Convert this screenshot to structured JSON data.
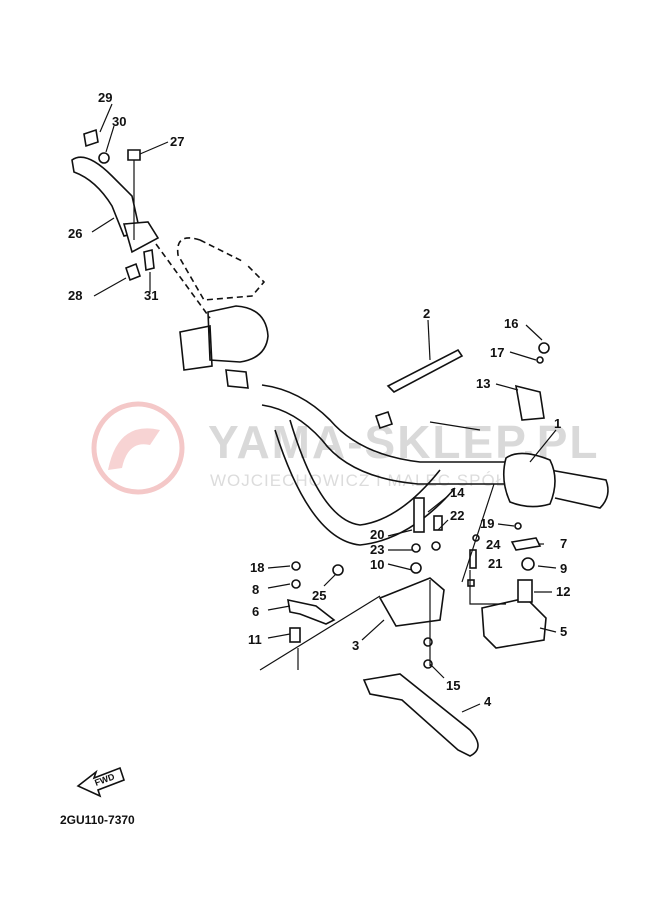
{
  "diagram": {
    "reference_code": "2GU110-7370",
    "fwd_label": "FWD",
    "watermark": {
      "brand": "YAMA-SKLEP.PL",
      "owner": "WOJCIECHOWICZ I MALEC SPÓŁKA"
    },
    "parts": [
      {
        "id": "p1",
        "label": "1"
      },
      {
        "id": "p2",
        "label": "2"
      },
      {
        "id": "p3",
        "label": "3"
      },
      {
        "id": "p4",
        "label": "4"
      },
      {
        "id": "p5",
        "label": "5"
      },
      {
        "id": "p6",
        "label": "6"
      },
      {
        "id": "p7",
        "label": "7"
      },
      {
        "id": "p8",
        "label": "8"
      },
      {
        "id": "p9",
        "label": "9"
      },
      {
        "id": "p10",
        "label": "10"
      },
      {
        "id": "p11",
        "label": "11"
      },
      {
        "id": "p12",
        "label": "12"
      },
      {
        "id": "p13",
        "label": "13"
      },
      {
        "id": "p14",
        "label": "14"
      },
      {
        "id": "p15",
        "label": "15"
      },
      {
        "id": "p16",
        "label": "16"
      },
      {
        "id": "p17",
        "label": "17"
      },
      {
        "id": "p18",
        "label": "18"
      },
      {
        "id": "p19",
        "label": "19"
      },
      {
        "id": "p20",
        "label": "20"
      },
      {
        "id": "p21",
        "label": "21"
      },
      {
        "id": "p22",
        "label": "22"
      },
      {
        "id": "p23",
        "label": "23"
      },
      {
        "id": "p24",
        "label": "24"
      },
      {
        "id": "p25",
        "label": "25"
      },
      {
        "id": "p26",
        "label": "26"
      },
      {
        "id": "p27",
        "label": "27"
      },
      {
        "id": "p28",
        "label": "28"
      },
      {
        "id": "p29",
        "label": "29"
      },
      {
        "id": "p30",
        "label": "30"
      },
      {
        "id": "p31",
        "label": "31"
      }
    ]
  }
}
